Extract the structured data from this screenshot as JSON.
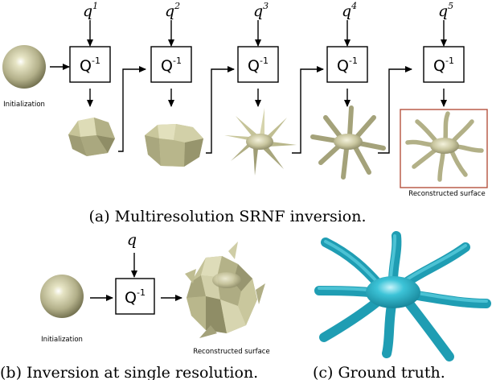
{
  "top_row": {
    "init_label": "Initialization",
    "operator_base": "Q",
    "operator_exp": "-1",
    "stages": [
      {
        "q_base": "q",
        "q_exp": "1"
      },
      {
        "q_base": "q",
        "q_exp": "2"
      },
      {
        "q_base": "q",
        "q_exp": "3"
      },
      {
        "q_base": "q",
        "q_exp": "4"
      },
      {
        "q_base": "q",
        "q_exp": "5"
      }
    ],
    "final_label": "Reconstructed surface",
    "caption": "(a) Multiresolution SRNF inversion."
  },
  "bottom_row": {
    "q_label": "q",
    "operator_base": "Q",
    "operator_exp": "-1",
    "init_label": "Initialization",
    "result_label": "Reconstructed surface",
    "caption_b": "(b) Inversion at single resolution.",
    "caption_c": "(c) Ground truth."
  },
  "colors": {
    "mesh_fill": "#c8c79a",
    "mesh_dark": "#8e8c64",
    "ground_truth": "#2ab0c6",
    "highlight_box": "#b5523f"
  }
}
